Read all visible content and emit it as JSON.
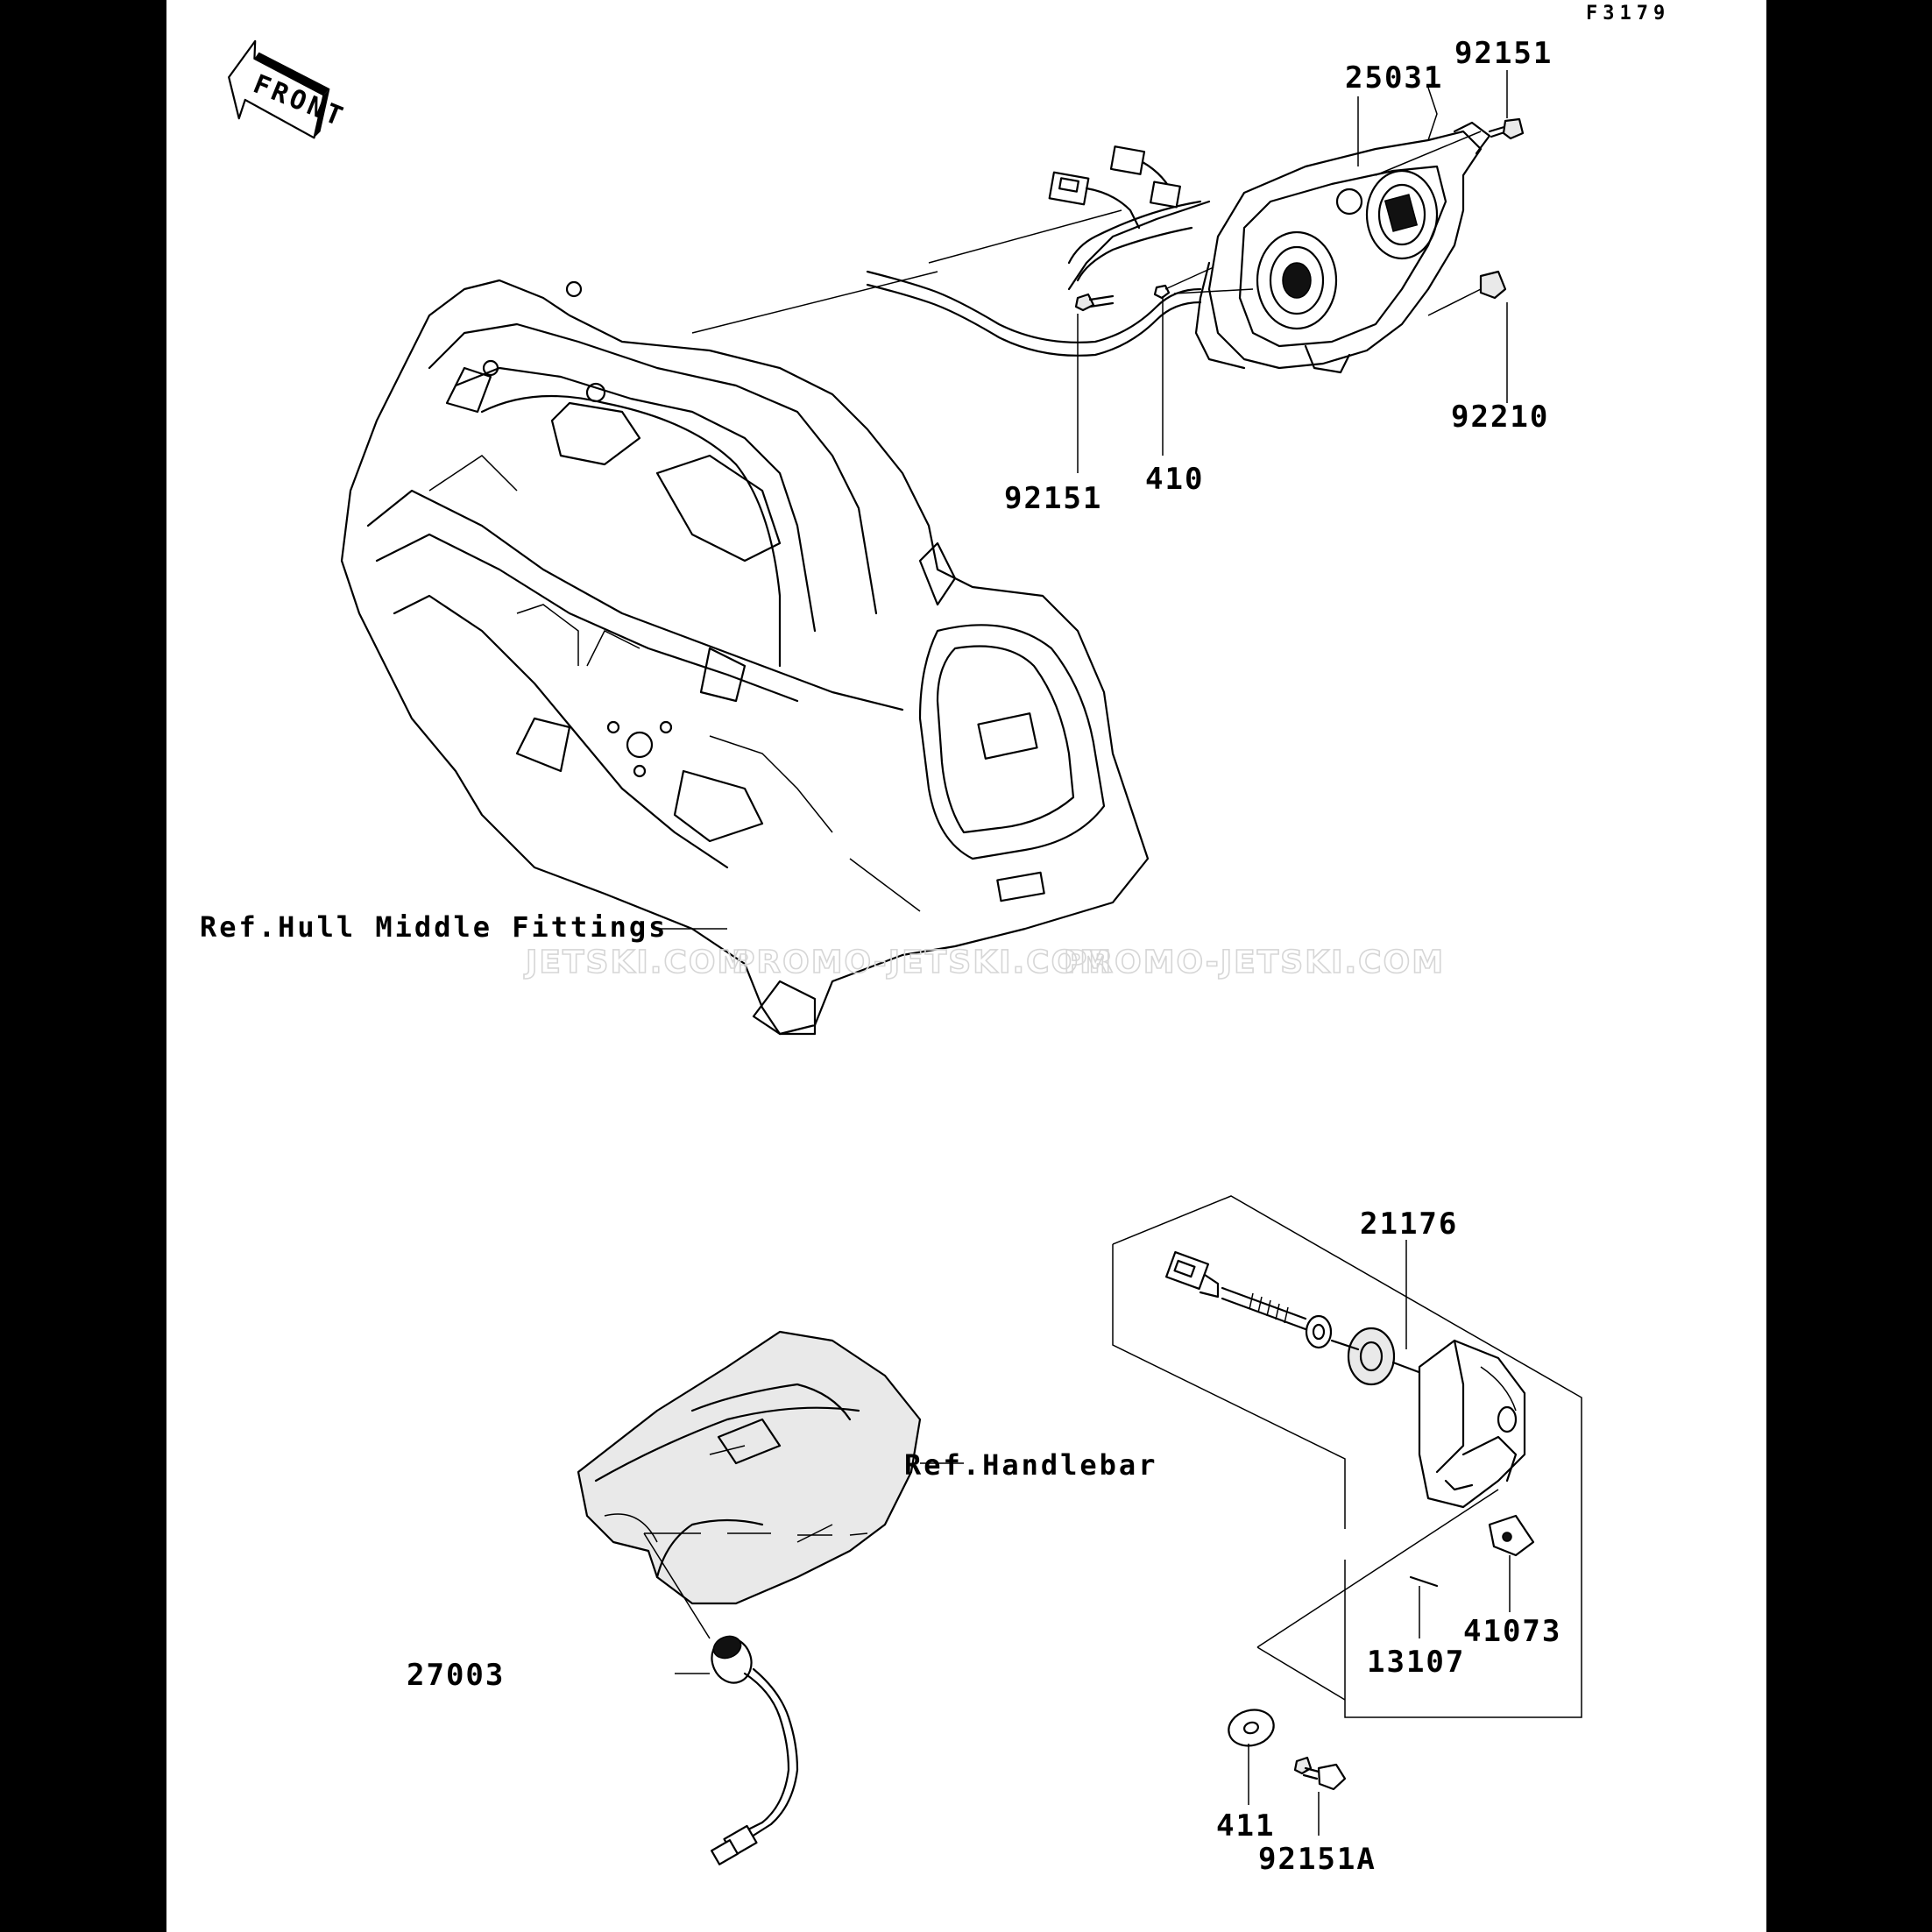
{
  "sheet_code": "F3179",
  "front_label": "FRONT",
  "watermarks": [
    "JETSKI.COM",
    "PROMO-JETSKI.COM",
    "PROMO-JETSKI.COM"
  ],
  "references": {
    "hull": "Ref.Hull Middle Fittings",
    "handlebar": "Ref.Handlebar"
  },
  "parts": {
    "p25031": "25031",
    "p92151_top": "92151",
    "p92210": "92210",
    "p92151_bottom": "92151",
    "p410": "410",
    "p21176": "21176",
    "p27003": "27003",
    "p41073": "41073",
    "p13107": "13107",
    "p411": "411",
    "p92151A": "92151A"
  }
}
